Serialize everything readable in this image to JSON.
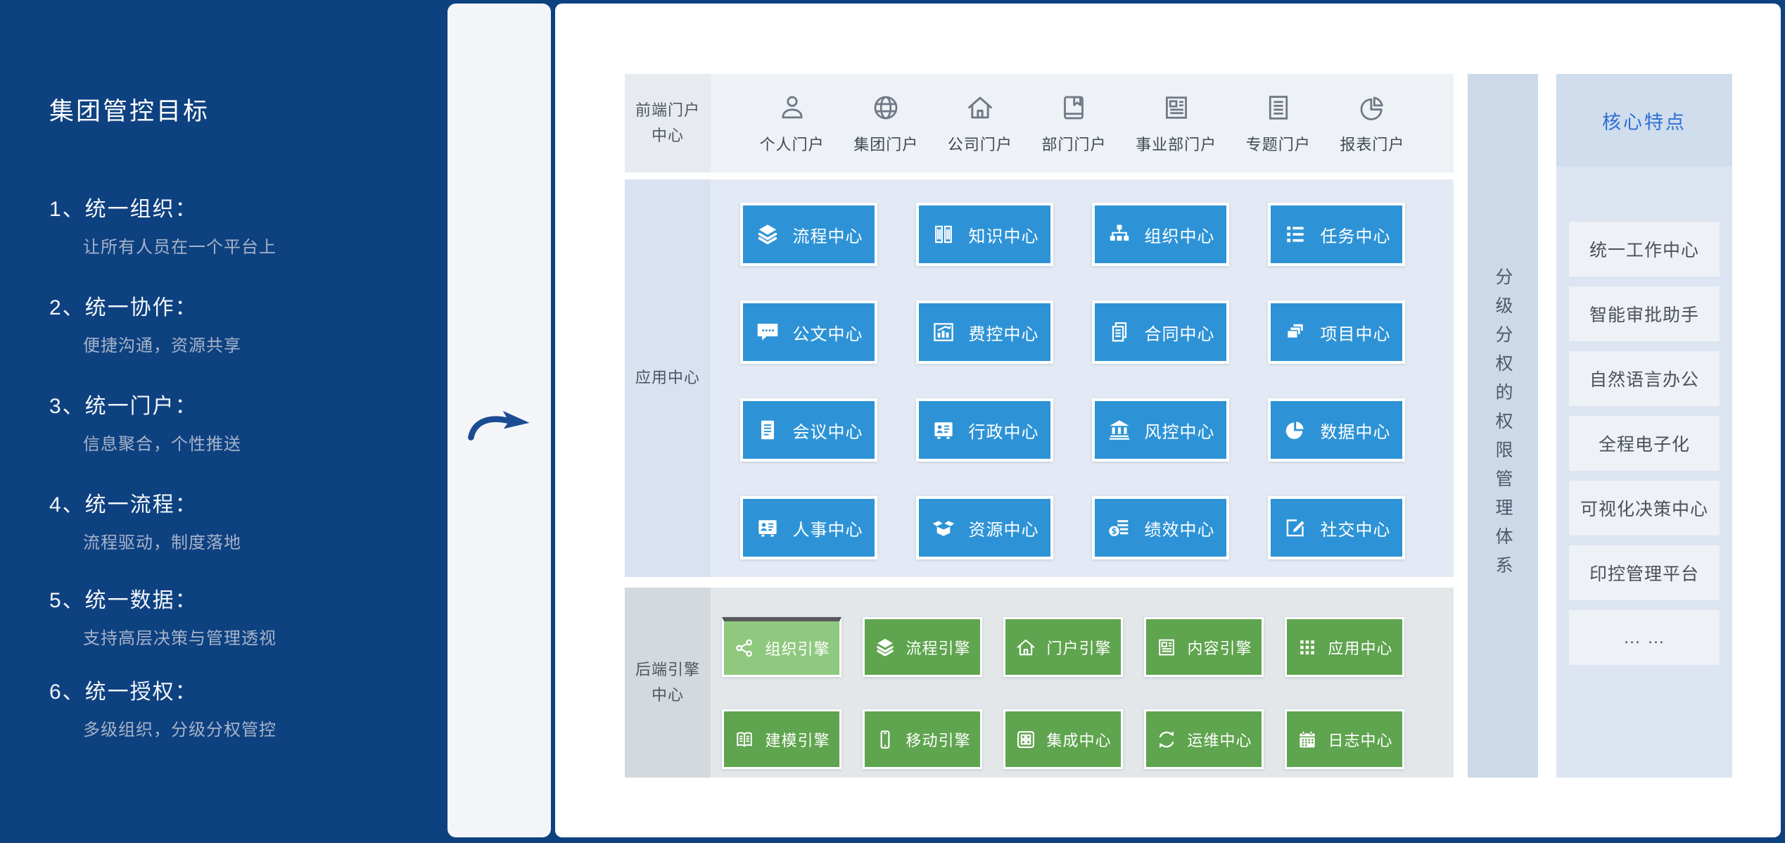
{
  "sidebar": {
    "title": "集团管控目标",
    "goals": [
      {
        "heading": "1、统一组织：",
        "desc": "让所有人员在一个平台上"
      },
      {
        "heading": "2、统一协作：",
        "desc": "便捷沟通，资源共享"
      },
      {
        "heading": "3、统一门户：",
        "desc": "信息聚合，个性推送"
      },
      {
        "heading": "4、统一流程：",
        "desc": "流程驱动，制度落地"
      },
      {
        "heading": "5、统一数据：",
        "desc": "支持高层决策与管理透视"
      },
      {
        "heading": "6、统一授权：",
        "desc": "多级组织，分级分权管控"
      }
    ]
  },
  "arrow_panel": {
    "icon": "curved-right-arrow-icon"
  },
  "portal": {
    "label": "前端门户中心",
    "items": [
      {
        "label": "个人门户",
        "icon": "person-icon"
      },
      {
        "label": "集团门户",
        "icon": "globe-icon"
      },
      {
        "label": "公司门户",
        "icon": "home-icon"
      },
      {
        "label": "部门门户",
        "icon": "notebook-icon"
      },
      {
        "label": "事业部门户",
        "icon": "newspaper-icon"
      },
      {
        "label": "专题门户",
        "icon": "document-list-icon"
      },
      {
        "label": "报表门户",
        "icon": "pie-chart-outline-icon"
      }
    ]
  },
  "app_center": {
    "label": "应用中心",
    "tiles": [
      {
        "label": "流程中心",
        "icon": "layers-icon"
      },
      {
        "label": "知识中心",
        "icon": "books-icon"
      },
      {
        "label": "组织中心",
        "icon": "sitemap-icon"
      },
      {
        "label": "任务中心",
        "icon": "list-icon"
      },
      {
        "label": "公文中心",
        "icon": "chat-bubble-icon"
      },
      {
        "label": "费控中心",
        "icon": "chart-icon"
      },
      {
        "label": "合同中心",
        "icon": "documents-icon"
      },
      {
        "label": "项目中心",
        "icon": "stacked-cards-icon"
      },
      {
        "label": "会议中心",
        "icon": "document-icon"
      },
      {
        "label": "行政中心",
        "icon": "id-badge-icon"
      },
      {
        "label": "风控中心",
        "icon": "bank-icon"
      },
      {
        "label": "数据中心",
        "icon": "pie-chart-icon"
      },
      {
        "label": "人事中心",
        "icon": "id-badge-icon"
      },
      {
        "label": "资源中心",
        "icon": "open-box-icon"
      },
      {
        "label": "绩效中心",
        "icon": "coin-list-icon"
      },
      {
        "label": "社交中心",
        "icon": "edit-icon"
      }
    ]
  },
  "backend": {
    "label": "后端引擎中心",
    "tiles": [
      {
        "label": "组织引擎",
        "icon": "share-nodes-icon",
        "highlighted": true
      },
      {
        "label": "流程引擎",
        "icon": "layers-icon",
        "highlighted": false
      },
      {
        "label": "门户引擎",
        "icon": "home-icon",
        "highlighted": false
      },
      {
        "label": "内容引擎",
        "icon": "newspaper-icon",
        "highlighted": false
      },
      {
        "label": "应用中心",
        "icon": "grid-dots-icon",
        "highlighted": false
      },
      {
        "label": "建模引擎",
        "icon": "open-book-icon",
        "highlighted": false
      },
      {
        "label": "移动引擎",
        "icon": "smartphone-icon",
        "highlighted": false
      },
      {
        "label": "集成中心",
        "icon": "integration-grid-icon",
        "highlighted": false
      },
      {
        "label": "运维中心",
        "icon": "refresh-icon",
        "highlighted": false
      },
      {
        "label": "日志中心",
        "icon": "calendar-icon",
        "highlighted": false
      }
    ]
  },
  "permission_bar": {
    "text": "分级分权的权限管理体系"
  },
  "features": {
    "title": "核心特点",
    "items": [
      "统一工作中心",
      "智能审批助手",
      "自然语言办公",
      "全程电子化",
      "可视化决策中心",
      "印控管理平台",
      "… …"
    ]
  },
  "colors": {
    "background_blue": "#0e4180",
    "tile_blue": "#2e93d6",
    "tile_green": "#5fa44e",
    "tile_green_highlight": "#8fc97f",
    "highlight_top_bar": "#58585a",
    "feature_title_blue": "#2f6fd6",
    "permission_bar_bg": "#ccd9e9"
  }
}
